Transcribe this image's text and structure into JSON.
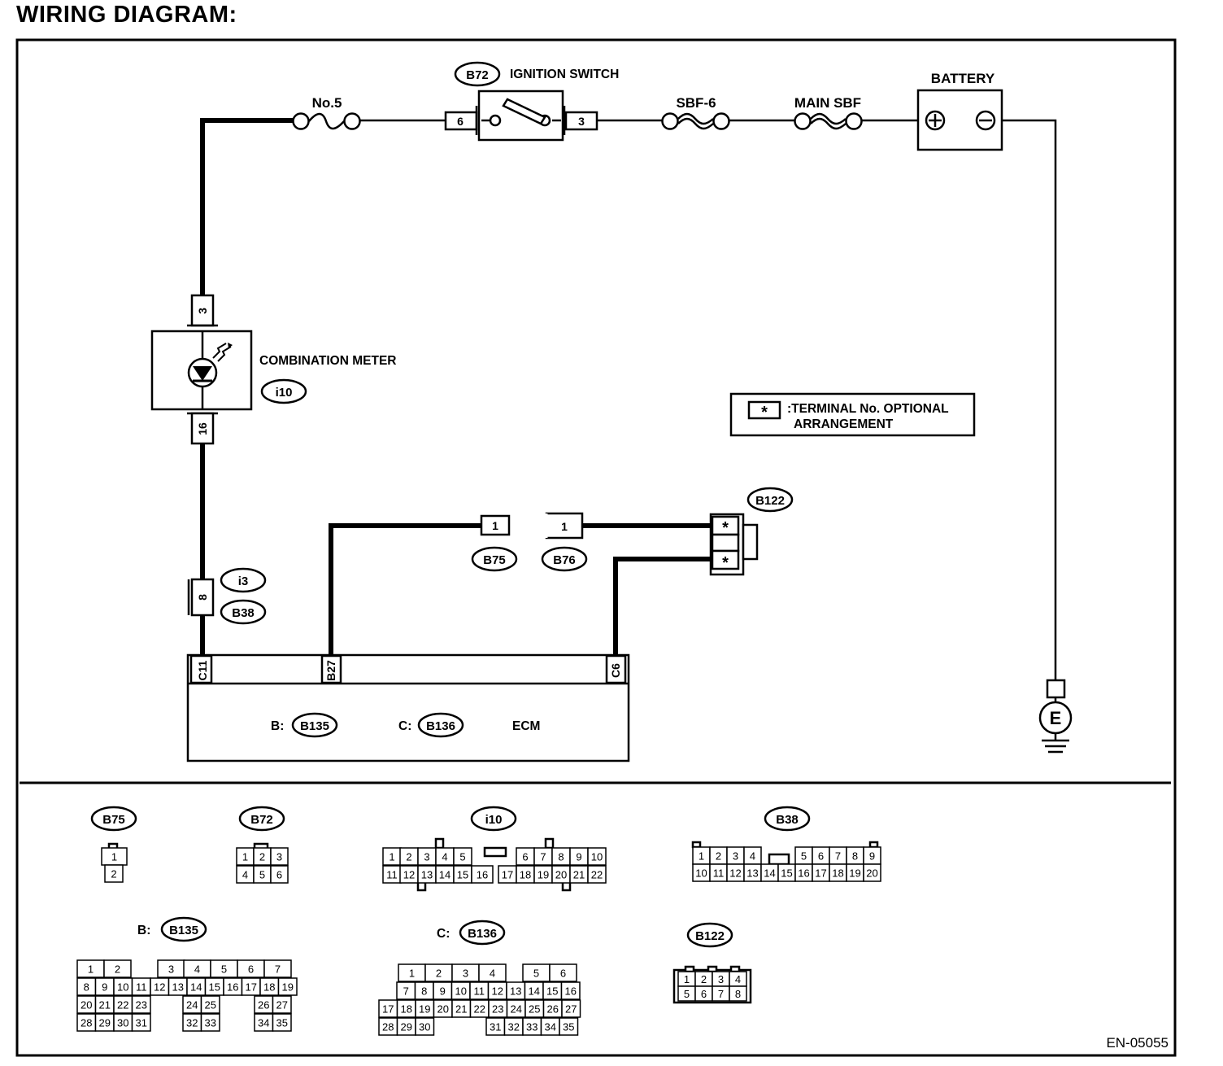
{
  "title": "WIRING DIAGRAM:",
  "figure_id": "EN-05055",
  "components": {
    "ignition_switch": {
      "connector": "B72",
      "label": "IGNITION SWITCH",
      "terminal_in": "6",
      "terminal_out": "3"
    },
    "fuse_no5": {
      "label": "No.5"
    },
    "sbf6": {
      "label": "SBF-6"
    },
    "main_sbf": {
      "label": "MAIN SBF"
    },
    "battery": {
      "label": "BATTERY"
    },
    "ground": {
      "label": "E"
    },
    "combination_meter": {
      "label": "COMBINATION METER",
      "connector": "i10",
      "terminal_top": "3",
      "terminal_bottom": "16"
    },
    "joint": {
      "connector_a": "i3",
      "connector_b": "B38",
      "terminal": "8"
    },
    "b75": {
      "connector": "B75",
      "terminal": "1"
    },
    "b76": {
      "connector": "B76",
      "terminal": "1"
    },
    "b122": {
      "connector": "B122",
      "pin_top": "*",
      "pin_bottom": "*"
    },
    "ecm": {
      "label": "ECM",
      "prefix_b": "B:",
      "connector_b": "B135",
      "prefix_c": "C:",
      "connector_c": "B136",
      "pin_c11": "C11",
      "pin_b27": "B27",
      "pin_c6": "C6"
    }
  },
  "legend": {
    "symbol": "*",
    "line1": ":TERMINAL No. OPTIONAL",
    "line2": "ARRANGEMENT"
  },
  "connector_views": {
    "b75": {
      "name": "B75",
      "pins": [
        "1",
        "2"
      ]
    },
    "b72": {
      "name": "B72",
      "pins": [
        "1",
        "2",
        "3",
        "4",
        "5",
        "6"
      ]
    },
    "i10": {
      "name": "i10",
      "pins": [
        "1",
        "2",
        "3",
        "4",
        "5",
        "6",
        "7",
        "8",
        "9",
        "10",
        "11",
        "12",
        "13",
        "14",
        "15",
        "16",
        "17",
        "18",
        "19",
        "20",
        "21",
        "22"
      ]
    },
    "b38": {
      "name": "B38",
      "pins": [
        "1",
        "2",
        "3",
        "4",
        "5",
        "6",
        "7",
        "8",
        "9",
        "10",
        "11",
        "12",
        "13",
        "14",
        "15",
        "16",
        "17",
        "18",
        "19",
        "20"
      ]
    },
    "b135": {
      "prefix": "B:",
      "name": "B135",
      "pins": [
        "1",
        "2",
        "3",
        "4",
        "5",
        "6",
        "7",
        "8",
        "9",
        "10",
        "11",
        "12",
        "13",
        "14",
        "15",
        "16",
        "17",
        "18",
        "19",
        "20",
        "21",
        "22",
        "23",
        "24",
        "25",
        "26",
        "27",
        "28",
        "29",
        "30",
        "31",
        "32",
        "33",
        "34",
        "35"
      ]
    },
    "b136": {
      "prefix": "C:",
      "name": "B136",
      "pins": [
        "1",
        "2",
        "3",
        "4",
        "5",
        "6",
        "7",
        "8",
        "9",
        "10",
        "11",
        "12",
        "13",
        "14",
        "15",
        "16",
        "17",
        "18",
        "19",
        "20",
        "21",
        "22",
        "23",
        "24",
        "25",
        "26",
        "27",
        "28",
        "29",
        "30",
        "31",
        "32",
        "33",
        "34",
        "35"
      ]
    },
    "b122": {
      "name": "B122",
      "pins": [
        "1",
        "2",
        "3",
        "4",
        "5",
        "6",
        "7",
        "8"
      ]
    }
  }
}
